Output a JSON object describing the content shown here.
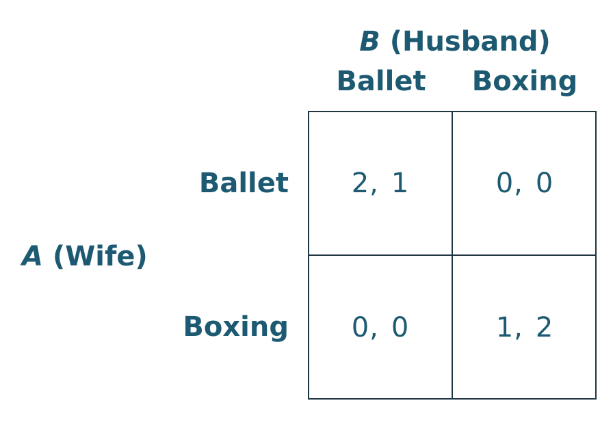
{
  "column_player": {
    "letter": "B",
    "label": "(Husband)"
  },
  "row_player": {
    "letter": "A",
    "label": "(Wife)"
  },
  "column_strategies": [
    "Ballet",
    "Boxing"
  ],
  "row_strategies": [
    "Ballet",
    "Boxing"
  ],
  "payoffs": [
    [
      {
        "a": "2",
        "b": "1"
      },
      {
        "a": "0",
        "b": "0"
      }
    ],
    [
      {
        "a": "0",
        "b": "0"
      },
      {
        "a": "1",
        "b": "2"
      }
    ]
  ],
  "colors": {
    "text": "#1d5a72",
    "grid_line": "#1f3542"
  }
}
